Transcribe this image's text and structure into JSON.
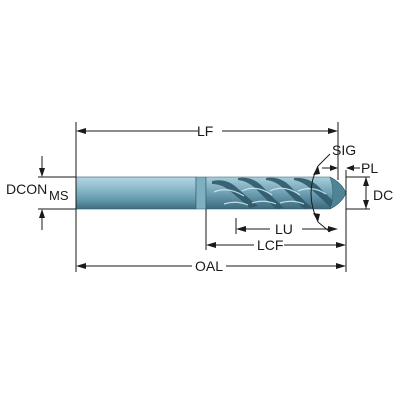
{
  "labels": {
    "lf": "LF",
    "sig": "SIG",
    "pl": "PL",
    "dcon": "DCON",
    "dcon_sub": "MS",
    "dc": "DC",
    "lu": "LU",
    "lcf": "LCF",
    "oal": "OAL"
  },
  "colors": {
    "shank_light": "#9cc7d6",
    "shank_mid": "#6fa3b7",
    "shank_dark": "#3f6f82",
    "flute_dark": "#2f5a6b",
    "line": "#1a1a1a"
  }
}
